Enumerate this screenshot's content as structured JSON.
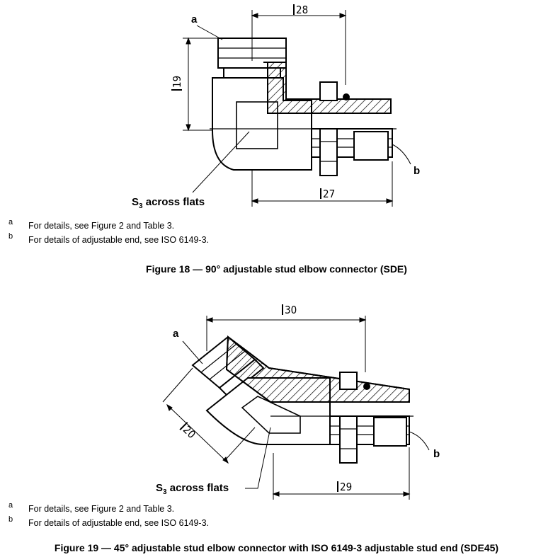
{
  "figure18": {
    "label_a": "a",
    "label_b": "b",
    "dim_l28": "28",
    "dim_l19": "19",
    "dim_l27": "27",
    "s3_label": "across flats",
    "notes": [
      {
        "key": "a",
        "text": "For details, see Figure 2 and Table 3."
      },
      {
        "key": "b",
        "text": "For details of adjustable end, see ISO 6149-3."
      }
    ],
    "caption": "Figure 18 — 90° adjustable stud elbow connector (SDE)"
  },
  "figure19": {
    "label_a": "a",
    "label_b": "b",
    "dim_l30": "30",
    "dim_l20": "20",
    "dim_l29": "29",
    "s3_label": "across flats",
    "notes": [
      {
        "key": "a",
        "text": "For details, see Figure 2 and Table 3."
      },
      {
        "key": "b",
        "text": "For details of adjustable end, see ISO 6149-3."
      }
    ],
    "caption": "Figure 19 — 45° adjustable stud elbow connector with ISO 6149-3 adjustable stud end (SDE45)"
  }
}
